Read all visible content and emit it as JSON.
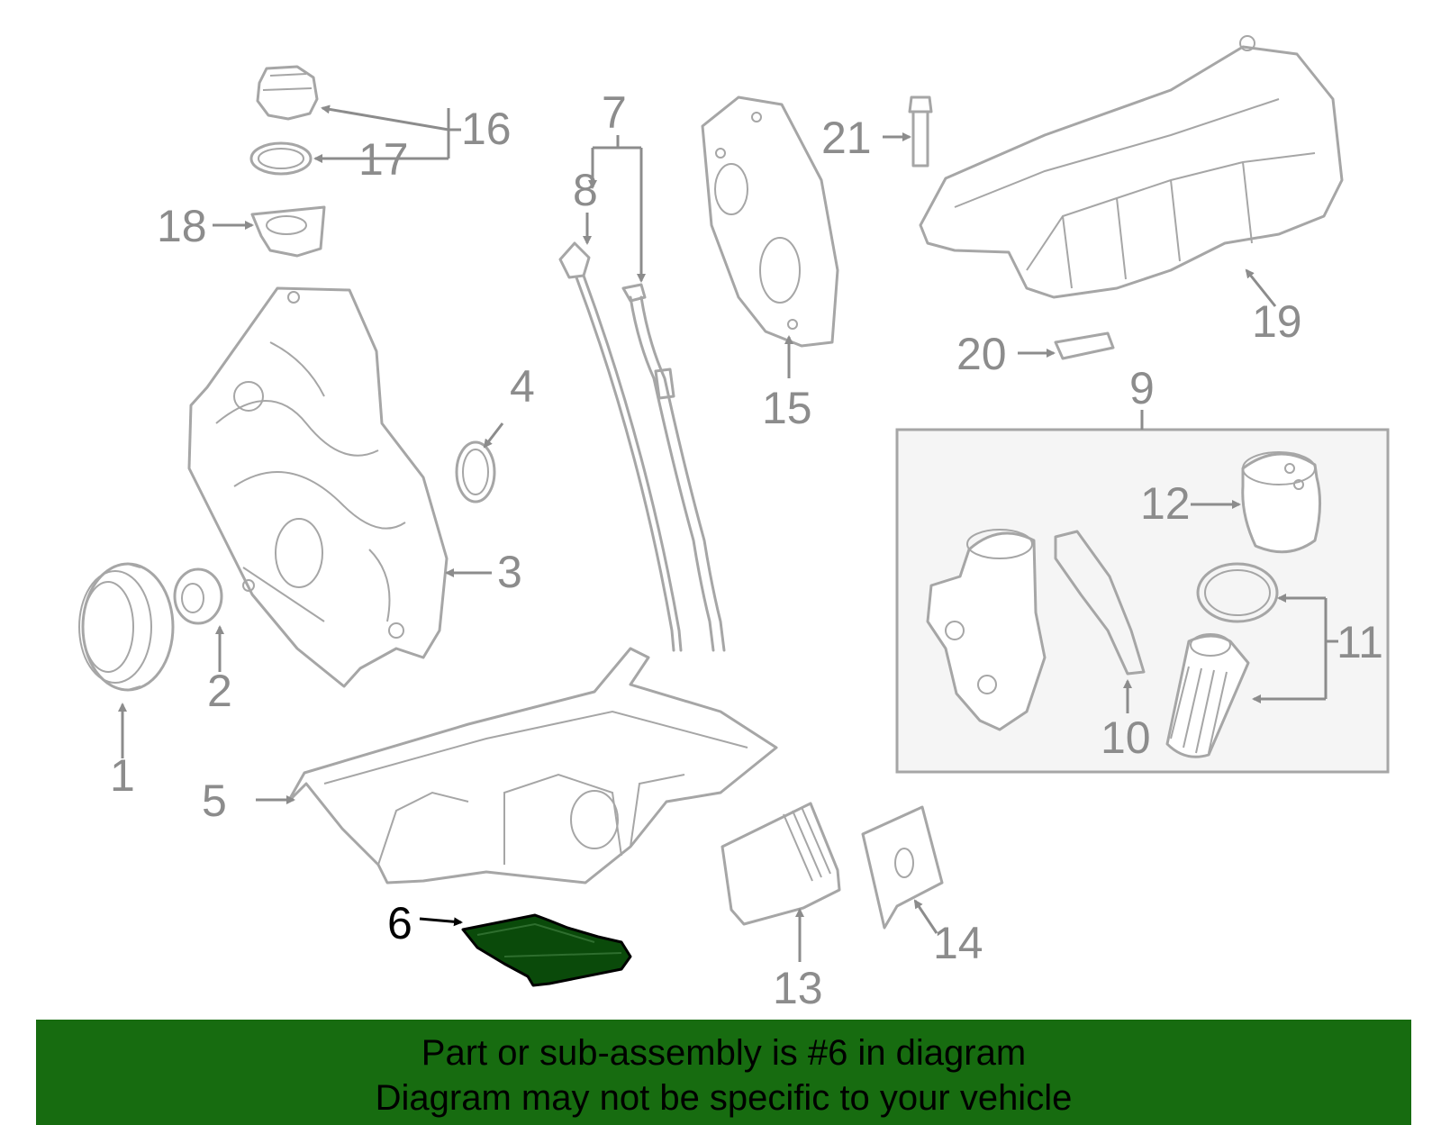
{
  "diagram": {
    "highlighted_part": "6",
    "colors": {
      "parts": "#a6a6a6",
      "labels": "#8c8c8c",
      "highlight": "#0a4a0a",
      "banner": "#176c10",
      "box": "#f5f5f5"
    },
    "callouts": {
      "c1": "1",
      "c2": "2",
      "c3": "3",
      "c4": "4",
      "c5": "5",
      "c6": "6",
      "c7": "7",
      "c8": "8",
      "c9": "9",
      "c10": "10",
      "c11": "11",
      "c12": "12",
      "c13": "13",
      "c14": "14",
      "c15": "15",
      "c16": "16",
      "c17": "17",
      "c18": "18",
      "c19": "19",
      "c20": "20",
      "c21": "21"
    }
  },
  "banner": {
    "line1": "Part or sub-assembly is #6 in diagram",
    "line2": "Diagram may not be specific to your vehicle"
  }
}
